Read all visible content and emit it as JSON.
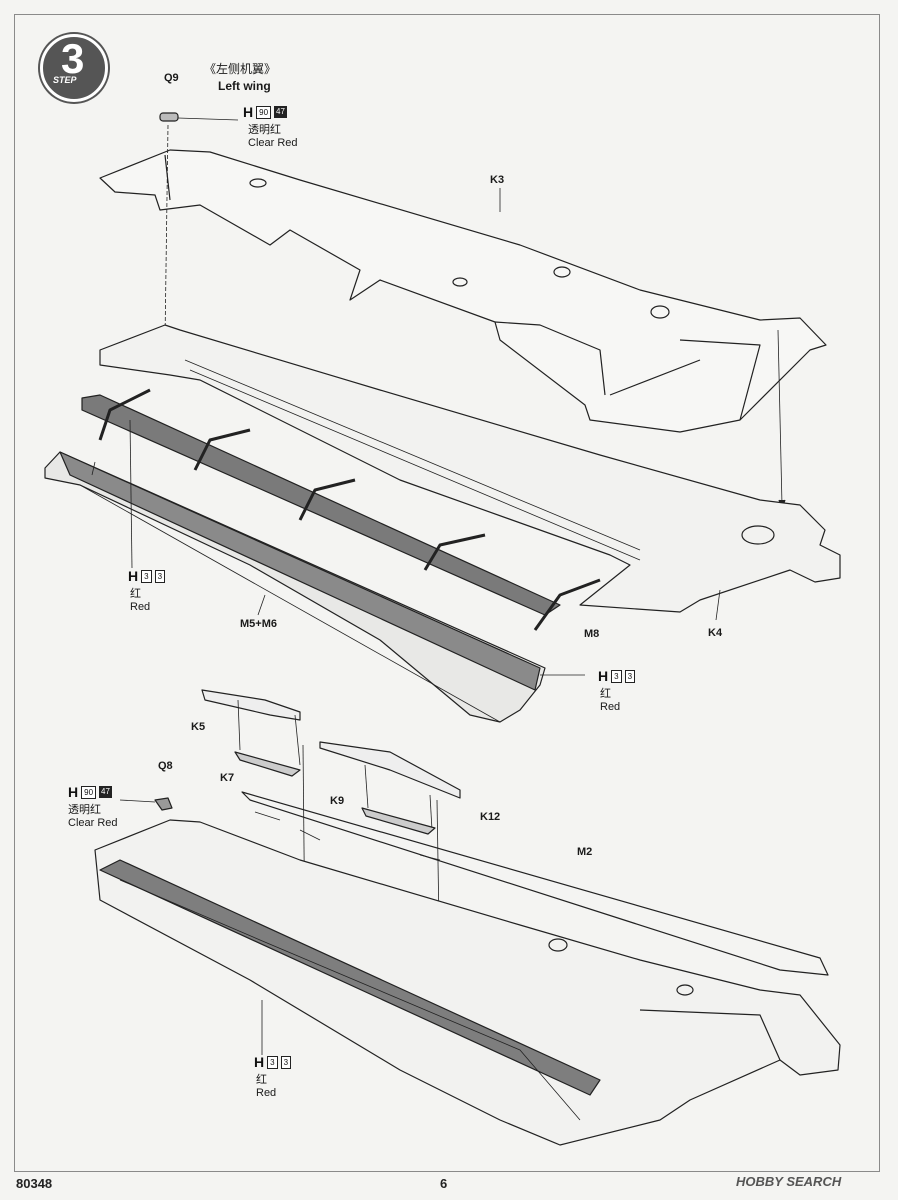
{
  "step": {
    "number": "3",
    "word": "STEP"
  },
  "title": {
    "cn": "《左侧机翼》",
    "en": "Left wing"
  },
  "parts": {
    "q9": "Q9",
    "k3": "K3",
    "k4": "K4",
    "m5m6": "M5+M6",
    "m8": "M8",
    "k5": "K5",
    "k7": "K7",
    "q8": "Q8",
    "k9": "K9",
    "k12": "K12",
    "m2": "M2"
  },
  "paint_callouts": [
    {
      "id": "clear-red-1",
      "letter": "H",
      "code_a": "90",
      "code_b": "47",
      "cn": "透明红",
      "en": "Clear Red"
    },
    {
      "id": "red-1",
      "letter": "H",
      "code_a": "3",
      "code_b": "3",
      "cn": "红",
      "en": "Red"
    },
    {
      "id": "red-2",
      "letter": "H",
      "code_a": "3",
      "code_b": "3",
      "cn": "红",
      "en": "Red"
    },
    {
      "id": "clear-red-2",
      "letter": "H",
      "code_a": "90",
      "code_b": "47",
      "cn": "透明红",
      "en": "Clear Red"
    },
    {
      "id": "red-3",
      "letter": "H",
      "code_a": "3",
      "code_b": "3",
      "cn": "红",
      "en": "Red"
    }
  ],
  "footer": {
    "kit_number": "80348",
    "page_number": "6"
  },
  "watermark": "HOBBY SEARCH"
}
